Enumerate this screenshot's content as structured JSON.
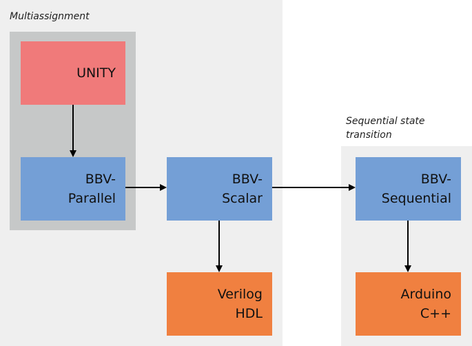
{
  "groups": {
    "multiassignment": {
      "caption": "Multiassignment"
    },
    "sequential": {
      "caption": "Sequential state transition"
    }
  },
  "nodes": {
    "unity": {
      "line1": "UNITY",
      "color": "#f07a7a"
    },
    "parallel": {
      "line1": "BBV-",
      "line2": "Parallel",
      "color": "#749fd6"
    },
    "scalar": {
      "line1": "BBV-",
      "line2": "Scalar",
      "color": "#749fd6"
    },
    "sequential": {
      "line1": "BBV-",
      "line2": "Sequential",
      "color": "#749fd6"
    },
    "verilog": {
      "line1": "Verilog",
      "line2": "HDL",
      "color": "#f08040"
    },
    "arduino": {
      "line1": "Arduino",
      "line2": "C++",
      "color": "#f08040"
    }
  },
  "edges": [
    {
      "from": "unity",
      "to": "parallel"
    },
    {
      "from": "parallel",
      "to": "scalar"
    },
    {
      "from": "scalar",
      "to": "sequential"
    },
    {
      "from": "scalar",
      "to": "verilog"
    },
    {
      "from": "sequential",
      "to": "arduino"
    }
  ]
}
